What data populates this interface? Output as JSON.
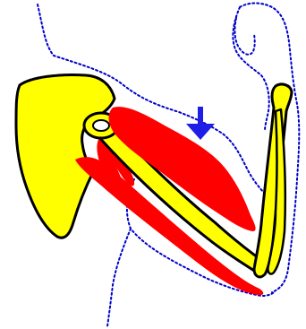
{
  "diagram": {
    "colors": {
      "bone": "#FFFF00",
      "outline": "#000000",
      "muscle": "#FF0000",
      "skin_contour": "#0000CC",
      "arrow": "#1E1EE6",
      "background": "#FFFFFF"
    },
    "parts": [
      "scapula",
      "humerus",
      "radius",
      "ulna",
      "biceps-muscle",
      "triceps-muscle",
      "skin-contour",
      "downward-arrow-icon"
    ]
  }
}
